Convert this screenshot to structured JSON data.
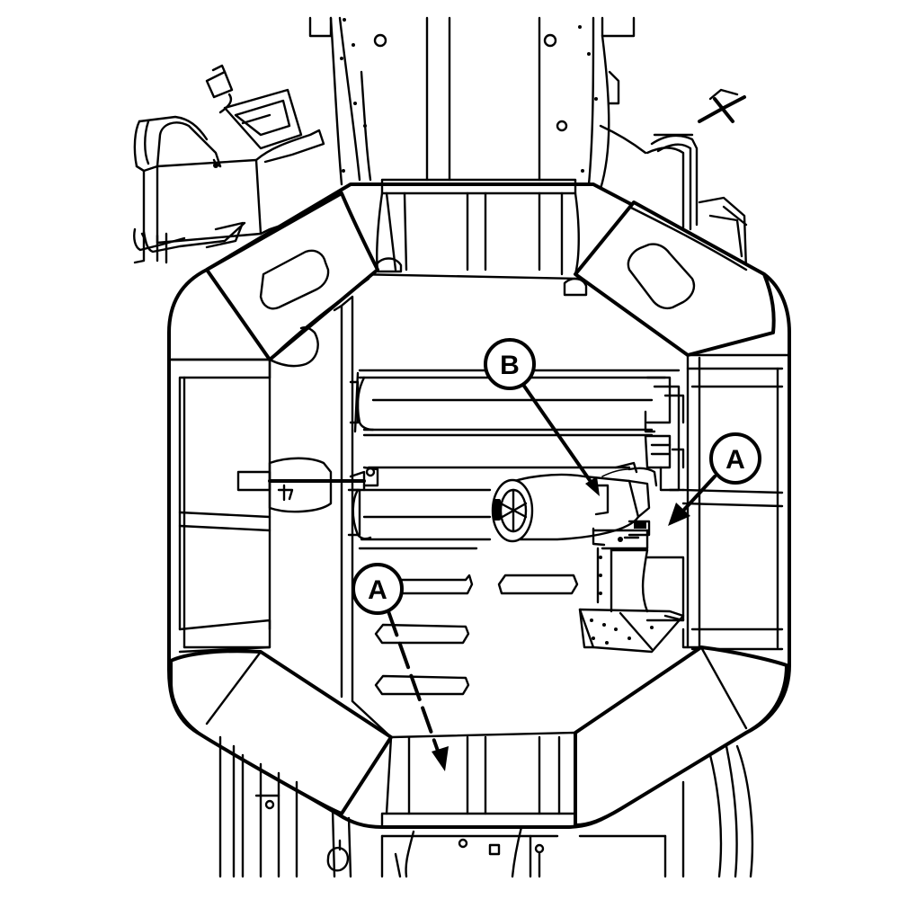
{
  "callouts": {
    "a_right": {
      "letter": "A"
    },
    "a_left": {
      "letter": "A"
    },
    "b": {
      "letter": "B"
    }
  },
  "colors": {
    "line": "#000000",
    "background": "#ffffff"
  }
}
